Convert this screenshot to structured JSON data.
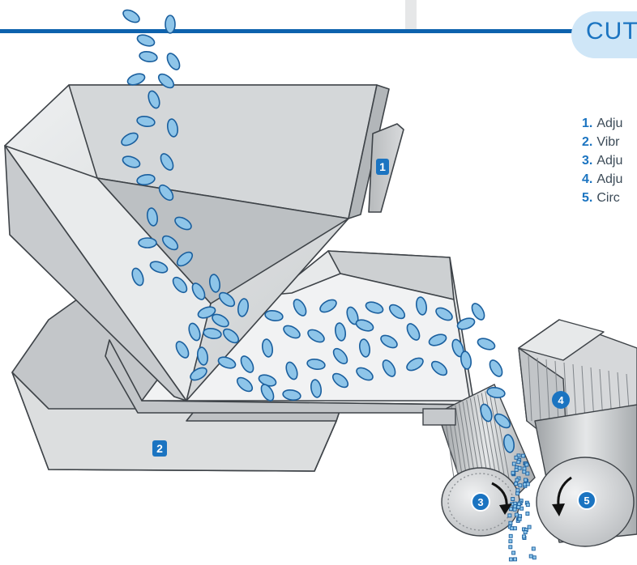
{
  "title": "CUT",
  "steps": [
    {
      "num": "1.",
      "text": "Adju"
    },
    {
      "num": "2.",
      "text": "Vibr"
    },
    {
      "num": "3.",
      "text": "Adju"
    },
    {
      "num": "4.",
      "text": "Adju"
    },
    {
      "num": "5.",
      "text": "Circ"
    }
  ],
  "markers": [
    "1",
    "2",
    "3",
    "4",
    "5"
  ],
  "colors": {
    "accent": "#1b74c1",
    "rule": "#0d62ad",
    "bean": "#8ec5e9",
    "bean_outline": "#1a5f9e",
    "metal": "#d9dbdd"
  }
}
